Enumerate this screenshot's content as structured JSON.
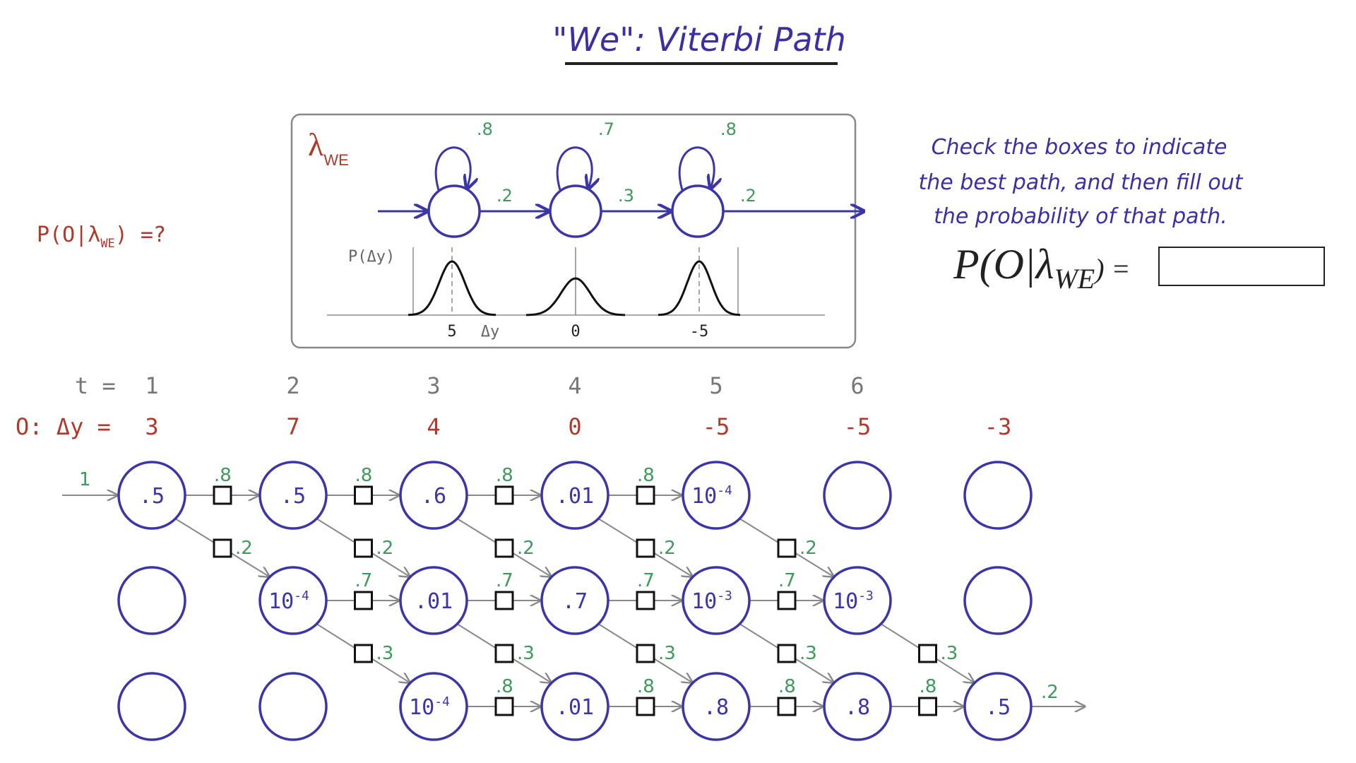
{
  "title": "\"We\": Viterbi Path",
  "question": {
    "label_main": "P(O|λ",
    "label_sub": "WE",
    "label_end": ") =?"
  },
  "model": {
    "lambda_label": "λ",
    "lambda_sub": "WE",
    "self_loops": [
      ".8",
      ".7",
      ".8"
    ],
    "forward": [
      ".2",
      ".3",
      ".2"
    ],
    "p_axis_label": "P(Δy)",
    "means": [
      "5",
      "0",
      "-5"
    ],
    "delta_label": "Δy"
  },
  "instructions": {
    "line1": "Check the boxes to indicate",
    "line2": "the best path, and then fill out",
    "line3": "the probability of that path."
  },
  "answer": {
    "label_main": "P(O|λ",
    "label_sub": "WE",
    "label_end": ") =",
    "value": ""
  },
  "trellis": {
    "t_label": "t =",
    "obs_label": "O: Δy =",
    "times": [
      "1",
      "2",
      "3",
      "4",
      "5",
      "6",
      ""
    ],
    "observations": [
      "3",
      "7",
      "4",
      "0",
      "-5",
      "-5",
      "-3"
    ],
    "start_prob": "1",
    "end_prob": ".2",
    "emissions": [
      [
        ".5",
        ".5",
        ".6",
        ".01",
        "10-4",
        "",
        ""
      ],
      [
        "",
        "10-4",
        ".01",
        ".7",
        "10-3",
        "10-3",
        ""
      ],
      [
        "",
        "",
        "10-4",
        ".01",
        ".8",
        ".8",
        ".5"
      ]
    ],
    "self_transition_labels": [
      ".8",
      ".7",
      ".8"
    ],
    "forward_transition_labels": [
      ".2",
      ".3"
    ]
  },
  "colors": {
    "title": "#3b2fa3",
    "red": "#b0392b",
    "green": "#3e9a5a",
    "blue": "#3b35a8",
    "gray": "#888888",
    "dark": "#222222"
  }
}
